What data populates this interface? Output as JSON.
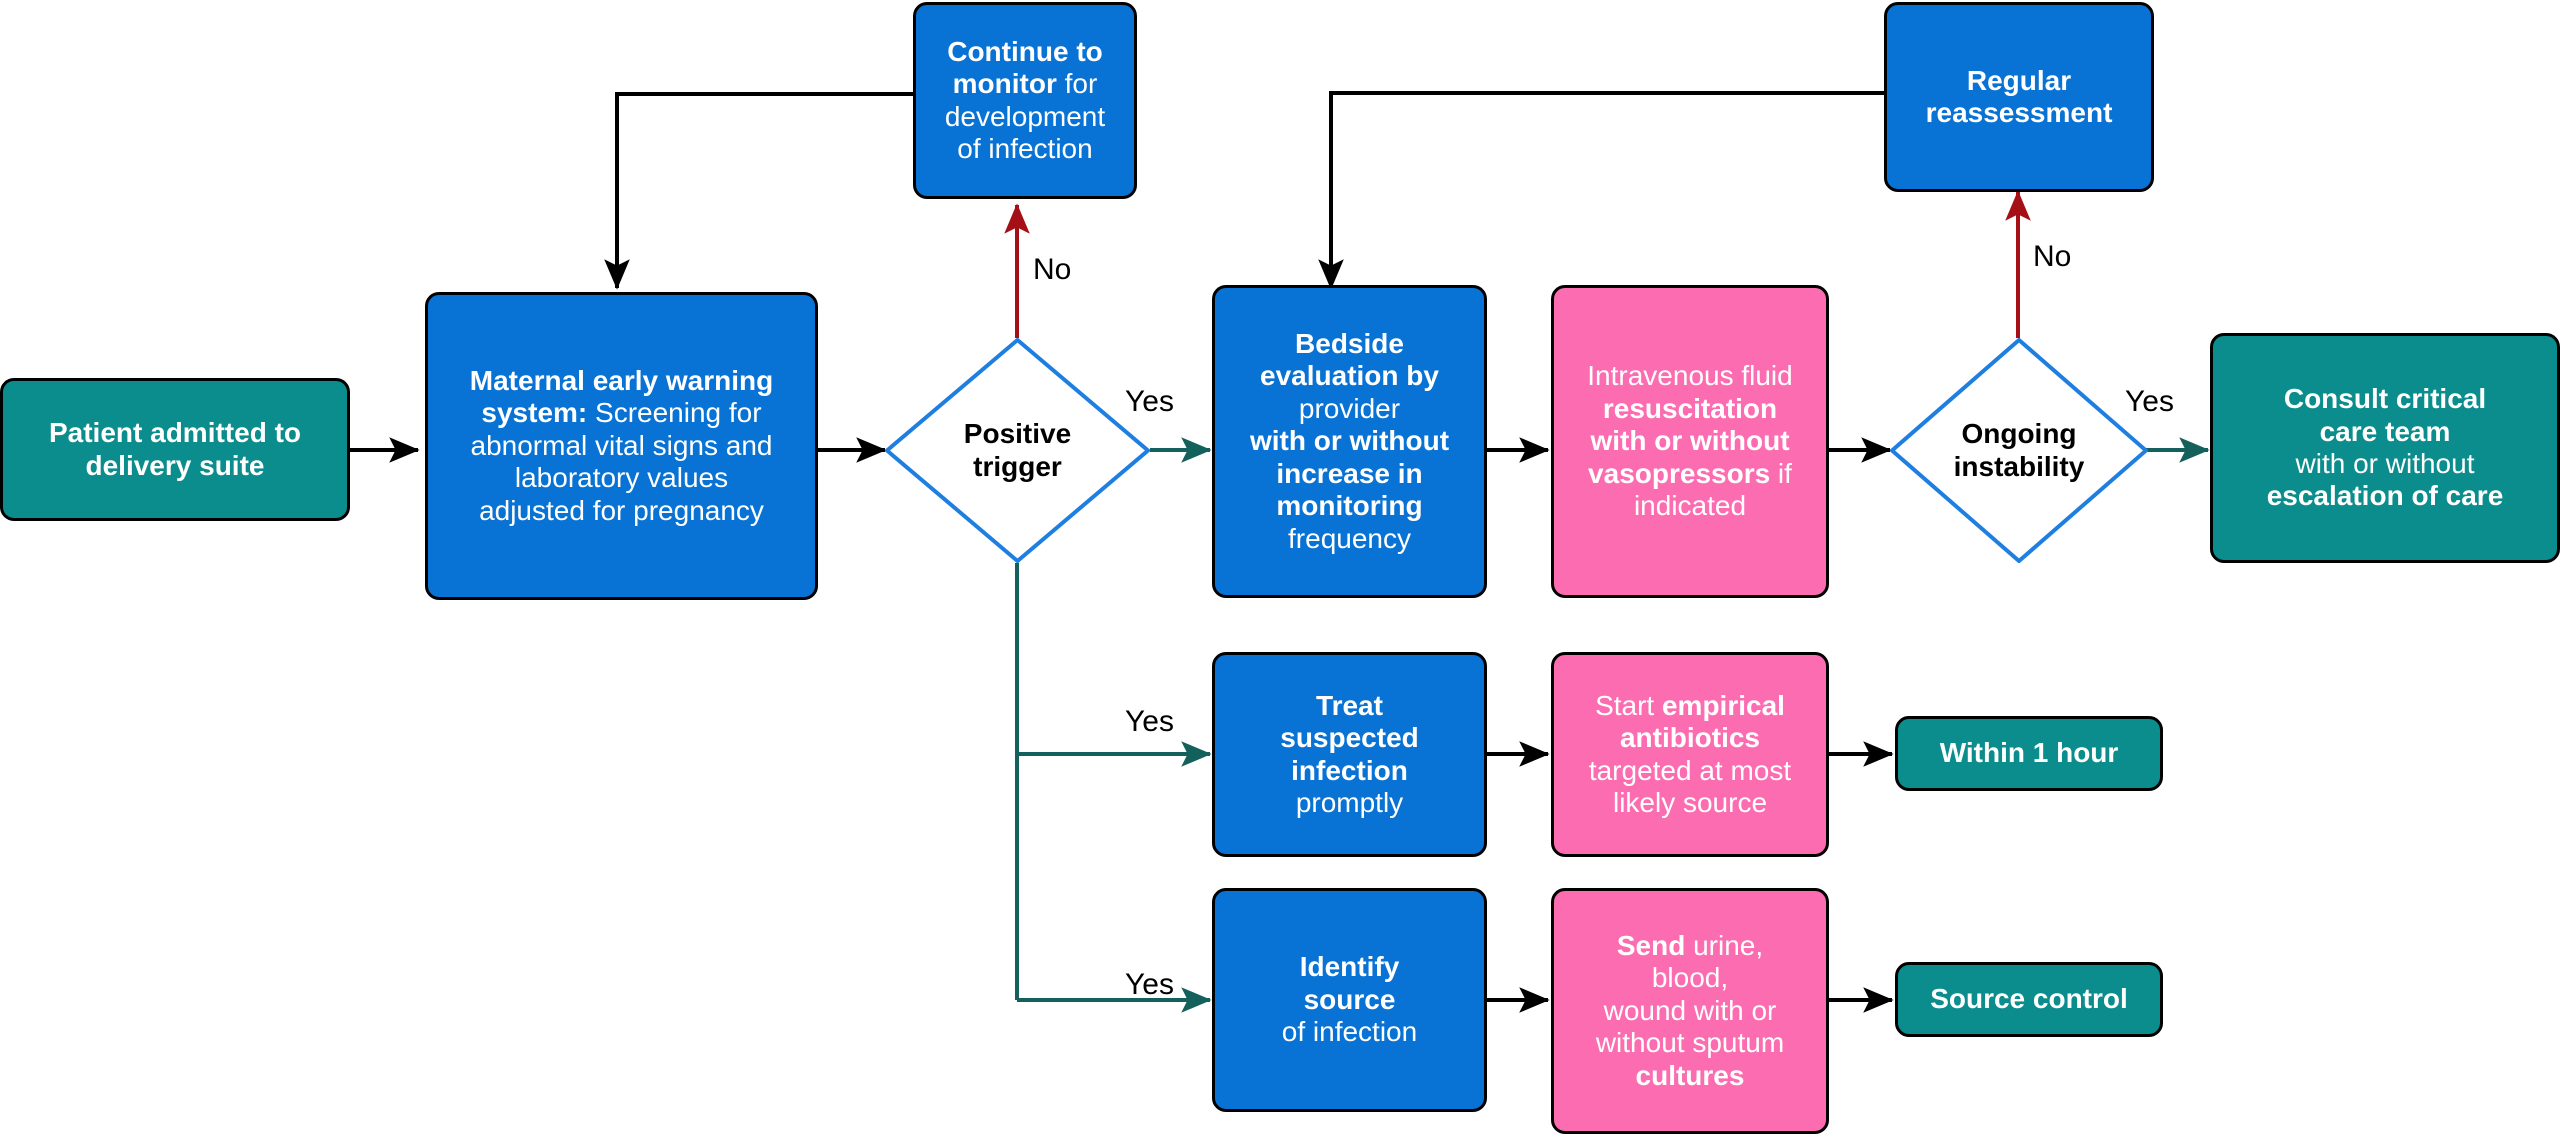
{
  "diagram": {
    "title": "Maternal sepsis early warning and management pathway",
    "colors": {
      "blue": "#0873d4",
      "teal": "#0c8d8d",
      "pink": "#fb6db0",
      "diamond_stroke": "#1f7fe0",
      "arrow_black": "#000000",
      "arrow_red": "#a50f16",
      "arrow_teal": "#14605c",
      "background": "#ffffff",
      "text_on_fill": "#ffffff",
      "text_on_white": "#000000"
    }
  },
  "nodes": {
    "patient_admitted": {
      "shape": "rounded-rect",
      "fill": "teal",
      "lines": [
        [
          {
            "t": "Patient admitted to",
            "b": true
          }
        ],
        [
          {
            "t": "delivery suite",
            "b": true
          }
        ]
      ]
    },
    "mews": {
      "shape": "rounded-rect",
      "fill": "blue",
      "lines": [
        [
          {
            "t": "Maternal early warning",
            "b": true
          }
        ],
        [
          {
            "t": "system:",
            "b": true
          },
          {
            "t": " Screening for",
            "b": false
          }
        ],
        [
          {
            "t": "abnormal vital signs and",
            "b": false
          }
        ],
        [
          {
            "t": "laboratory values",
            "b": false
          }
        ],
        [
          {
            "t": "adjusted for pregnancy",
            "b": false
          }
        ]
      ]
    },
    "continue_monitor": {
      "shape": "rounded-rect",
      "fill": "blue",
      "lines": [
        [
          {
            "t": "Continue to",
            "b": true
          }
        ],
        [
          {
            "t": "monitor",
            "b": true
          },
          {
            "t": " for",
            "b": false
          }
        ],
        [
          {
            "t": "development",
            "b": false
          }
        ],
        [
          {
            "t": "of infection",
            "b": false
          }
        ]
      ]
    },
    "positive_trigger": {
      "shape": "diamond",
      "fill": "white",
      "lines": [
        [
          {
            "t": "Positive",
            "b": true
          }
        ],
        [
          {
            "t": "trigger",
            "b": true
          }
        ]
      ]
    },
    "bedside_evaluation": {
      "shape": "rounded-rect",
      "fill": "blue",
      "lines": [
        [
          {
            "t": "Bedside",
            "b": true
          }
        ],
        [
          {
            "t": "evaluation by",
            "b": true
          }
        ],
        [
          {
            "t": "provider",
            "b": false
          }
        ],
        [
          {
            "t": "with or without",
            "b": true
          }
        ],
        [
          {
            "t": "increase in",
            "b": true
          }
        ],
        [
          {
            "t": "monitoring",
            "b": true
          }
        ],
        [
          {
            "t": "frequency",
            "b": false
          }
        ]
      ]
    },
    "iv_fluid": {
      "shape": "rounded-rect",
      "fill": "pink",
      "lines": [
        [
          {
            "t": "Intravenous fluid",
            "b": false
          }
        ],
        [
          {
            "t": "resuscitation",
            "b": true
          }
        ],
        [
          {
            "t": "with or without",
            "b": true
          }
        ],
        [
          {
            "t": "vasopressors",
            "b": true
          },
          {
            "t": " if",
            "b": false
          }
        ],
        [
          {
            "t": "indicated",
            "b": false
          }
        ]
      ]
    },
    "regular_reassessment": {
      "shape": "rounded-rect",
      "fill": "blue",
      "lines": [
        [
          {
            "t": "Regular",
            "b": true
          }
        ],
        [
          {
            "t": "reassessment",
            "b": true
          }
        ]
      ]
    },
    "ongoing_instability": {
      "shape": "diamond",
      "fill": "white",
      "lines": [
        [
          {
            "t": "Ongoing",
            "b": true
          }
        ],
        [
          {
            "t": "instability",
            "b": true
          }
        ]
      ]
    },
    "consult_critical_care": {
      "shape": "rounded-rect",
      "fill": "teal",
      "lines": [
        [
          {
            "t": "Consult critical",
            "b": true
          }
        ],
        [
          {
            "t": "care team",
            "b": true
          }
        ],
        [
          {
            "t": "with or without",
            "b": false
          }
        ],
        [
          {
            "t": "escalation of care",
            "b": true
          }
        ]
      ]
    },
    "treat_infection": {
      "shape": "rounded-rect",
      "fill": "blue",
      "lines": [
        [
          {
            "t": "Treat",
            "b": true
          }
        ],
        [
          {
            "t": "suspected",
            "b": true
          }
        ],
        [
          {
            "t": "infection",
            "b": true
          }
        ],
        [
          {
            "t": "promptly",
            "b": false
          }
        ]
      ]
    },
    "empirical_antibiotics": {
      "shape": "rounded-rect",
      "fill": "pink",
      "lines": [
        [
          {
            "t": "Start ",
            "b": false
          },
          {
            "t": "empirical",
            "b": true
          }
        ],
        [
          {
            "t": "antibiotics",
            "b": true
          }
        ],
        [
          {
            "t": "targeted at most",
            "b": false
          }
        ],
        [
          {
            "t": "likely source",
            "b": false
          }
        ]
      ]
    },
    "within_one_hour": {
      "shape": "rounded-rect",
      "fill": "teal",
      "lines": [
        [
          {
            "t": "Within 1 hour",
            "b": true
          }
        ]
      ]
    },
    "identify_source": {
      "shape": "rounded-rect",
      "fill": "blue",
      "lines": [
        [
          {
            "t": "Identify",
            "b": true
          }
        ],
        [
          {
            "t": "source",
            "b": true
          }
        ],
        [
          {
            "t": "of infection",
            "b": false
          }
        ]
      ]
    },
    "send_cultures": {
      "shape": "rounded-rect",
      "fill": "pink",
      "lines": [
        [
          {
            "t": "Send",
            "b": true
          },
          {
            "t": " urine,",
            "b": false
          }
        ],
        [
          {
            "t": "blood,",
            "b": false
          }
        ],
        [
          {
            "t": "wound with or",
            "b": false
          }
        ],
        [
          {
            "t": "without sputum",
            "b": false
          }
        ],
        [
          {
            "t": "cultures",
            "b": true
          }
        ]
      ]
    },
    "source_control": {
      "shape": "rounded-rect",
      "fill": "teal",
      "lines": [
        [
          {
            "t": "Source control",
            "b": true
          }
        ]
      ]
    }
  },
  "edge_labels": {
    "trigger_no": "No",
    "trigger_yes": "Yes",
    "instability_no": "No",
    "instability_yes": "Yes",
    "branch_treat_yes": "Yes",
    "branch_identify_yes": "Yes"
  },
  "edges": [
    {
      "from": "patient_admitted",
      "to": "mews",
      "label": "",
      "color": "black"
    },
    {
      "from": "mews",
      "to": "positive_trigger",
      "label": "",
      "color": "black"
    },
    {
      "from": "positive_trigger",
      "to": "continue_monitor",
      "label": "No",
      "color": "red"
    },
    {
      "from": "positive_trigger",
      "to": "bedside_evaluation",
      "label": "Yes",
      "color": "teal"
    },
    {
      "from": "positive_trigger",
      "to": "treat_infection",
      "label": "Yes",
      "color": "teal"
    },
    {
      "from": "positive_trigger",
      "to": "identify_source",
      "label": "Yes",
      "color": "teal"
    },
    {
      "from": "continue_monitor",
      "to": "mews",
      "label": "",
      "color": "black"
    },
    {
      "from": "bedside_evaluation",
      "to": "iv_fluid",
      "label": "",
      "color": "black"
    },
    {
      "from": "iv_fluid",
      "to": "ongoing_instability",
      "label": "",
      "color": "black"
    },
    {
      "from": "ongoing_instability",
      "to": "regular_reassessment",
      "label": "No",
      "color": "red"
    },
    {
      "from": "ongoing_instability",
      "to": "consult_critical_care",
      "label": "Yes",
      "color": "teal"
    },
    {
      "from": "regular_reassessment",
      "to": "bedside_evaluation",
      "label": "",
      "color": "black"
    },
    {
      "from": "treat_infection",
      "to": "empirical_antibiotics",
      "label": "",
      "color": "black"
    },
    {
      "from": "empirical_antibiotics",
      "to": "within_one_hour",
      "label": "",
      "color": "black"
    },
    {
      "from": "identify_source",
      "to": "send_cultures",
      "label": "",
      "color": "black"
    },
    {
      "from": "send_cultures",
      "to": "source_control",
      "label": "",
      "color": "black"
    }
  ]
}
